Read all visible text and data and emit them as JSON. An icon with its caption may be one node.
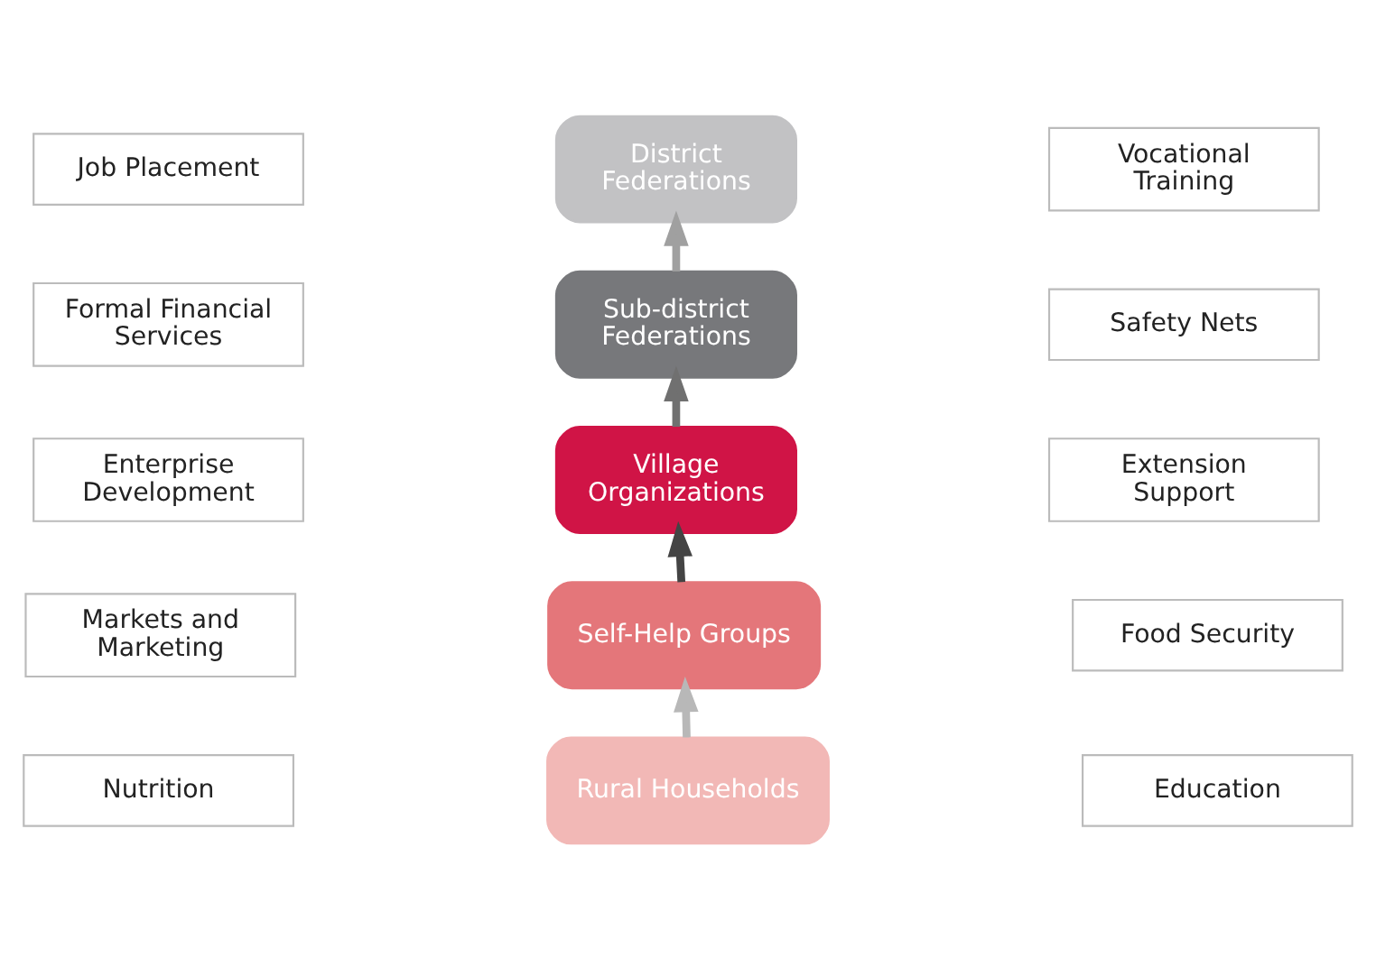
{
  "diagram": {
    "nodes": [
      {
        "text": [
          "Job Placement"
        ]
      },
      {
        "text": [
          "District Federations"
        ]
      },
      {
        "text": [
          "Vocational Training"
        ]
      },
      {
        "text": [
          "Formal Financial Services"
        ]
      },
      {
        "text": [
          "Sub-district Federations"
        ]
      },
      {
        "text": [
          "Safety Nets"
        ]
      },
      {
        "text": [
          "Enterprise Development"
        ]
      },
      {
        "text": [
          "Village Organizations"
        ]
      },
      {
        "text": [
          "Extension Support"
        ]
      },
      {
        "text": [
          "Markets and Marketing"
        ]
      },
      {
        "text": [
          "Self-Help Groups"
        ]
      },
      {
        "text": [
          "Food Security"
        ]
      },
      {
        "text": [
          "Nutrition"
        ]
      },
      {
        "text": [
          "Rural Households"
        ]
      },
      {
        "text": [
          "Education"
        ]
      }
    ],
    "edges": [
      {
        "from": 13,
        "to": 10,
        "arrow": "to",
        "color": "#b8b8b8"
      },
      {
        "from": 10,
        "to": 7,
        "arrow": "to",
        "color": "#444444"
      },
      {
        "from": 7,
        "to": 4,
        "arrow": "to",
        "color": "#707070"
      },
      {
        "from": 4,
        "to": 1,
        "arrow": "to",
        "color": "#a0a0a0"
      }
    ]
  }
}
